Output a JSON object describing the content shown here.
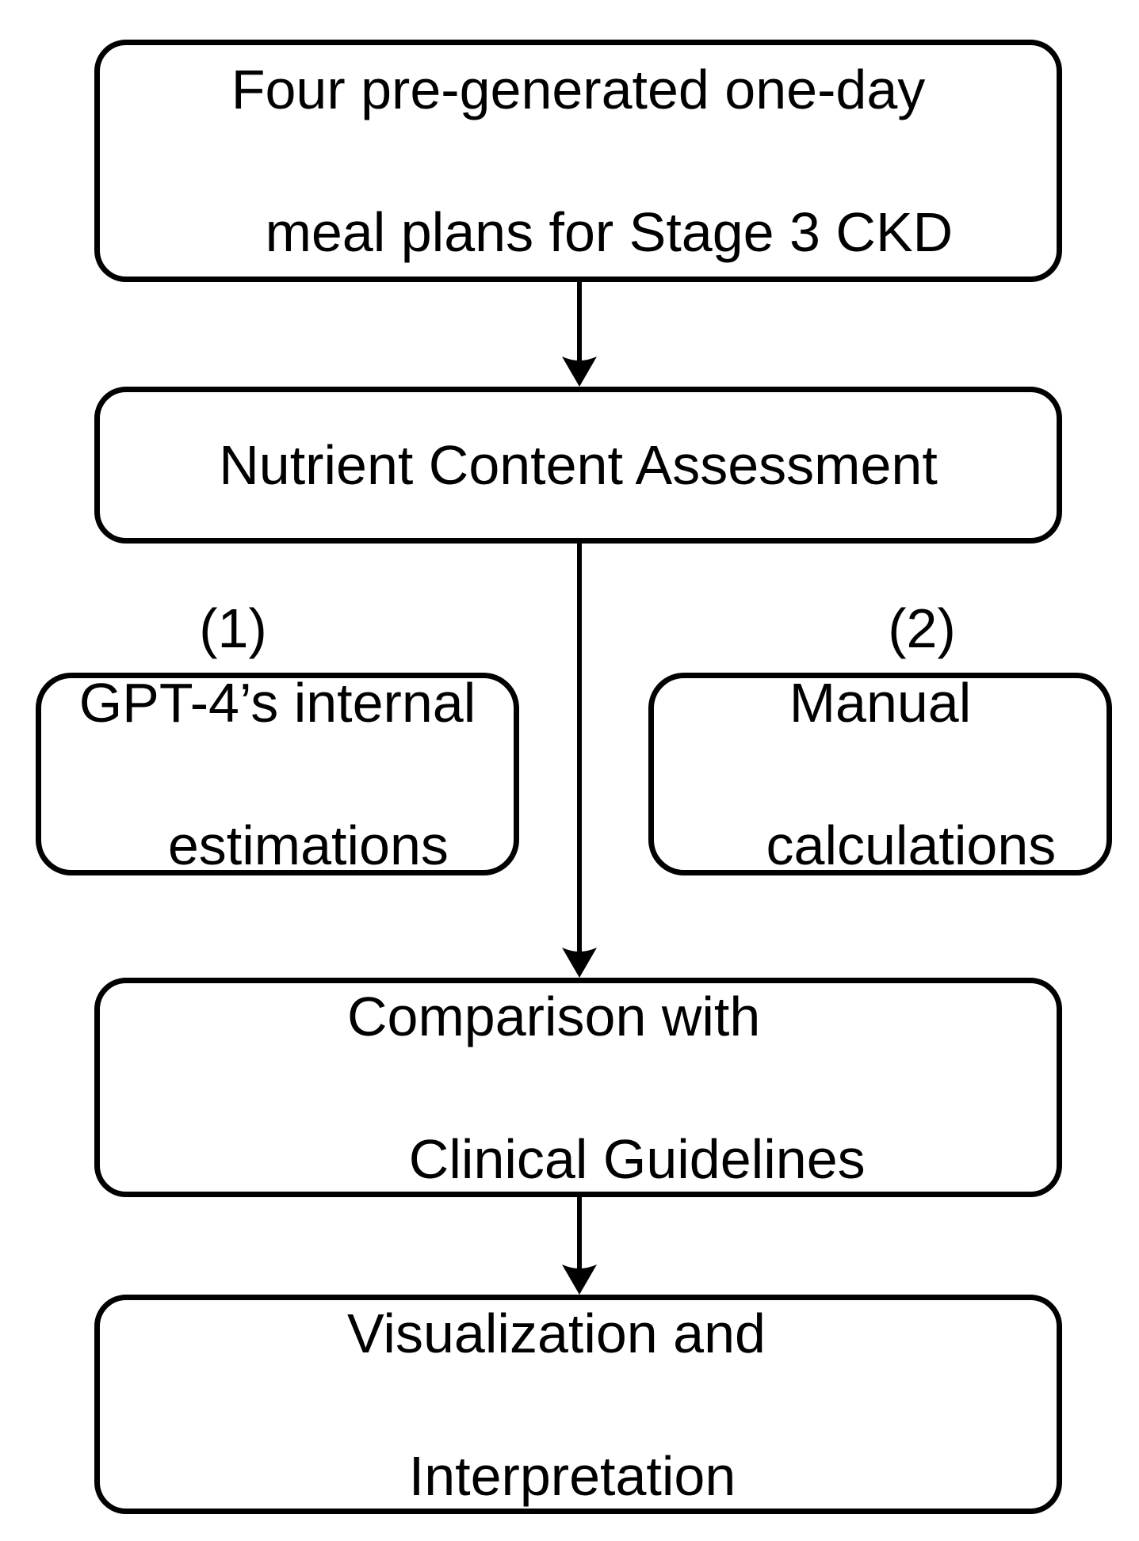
{
  "flowchart": {
    "background_color": "#ffffff",
    "stroke_color": "#000000",
    "meal_plans_box": {
      "line1": "Four pre-generated one-day",
      "line2": "meal plans for Stage 3 CKD"
    },
    "nutrient_box": {
      "line1": "Nutrient Content Assessment"
    },
    "branch_labels": {
      "left": "(1)",
      "right": "(2)"
    },
    "gpt4_box": {
      "line1": "GPT-4’s internal",
      "line2": "estimations"
    },
    "manual_box": {
      "line1": "Manual",
      "line2": "calculations"
    },
    "comparison_box": {
      "line1": "Comparison with",
      "line2": "Clinical Guidelines"
    },
    "visualization_box": {
      "line1": "Visualization and",
      "line2": "Interpretation"
    }
  }
}
